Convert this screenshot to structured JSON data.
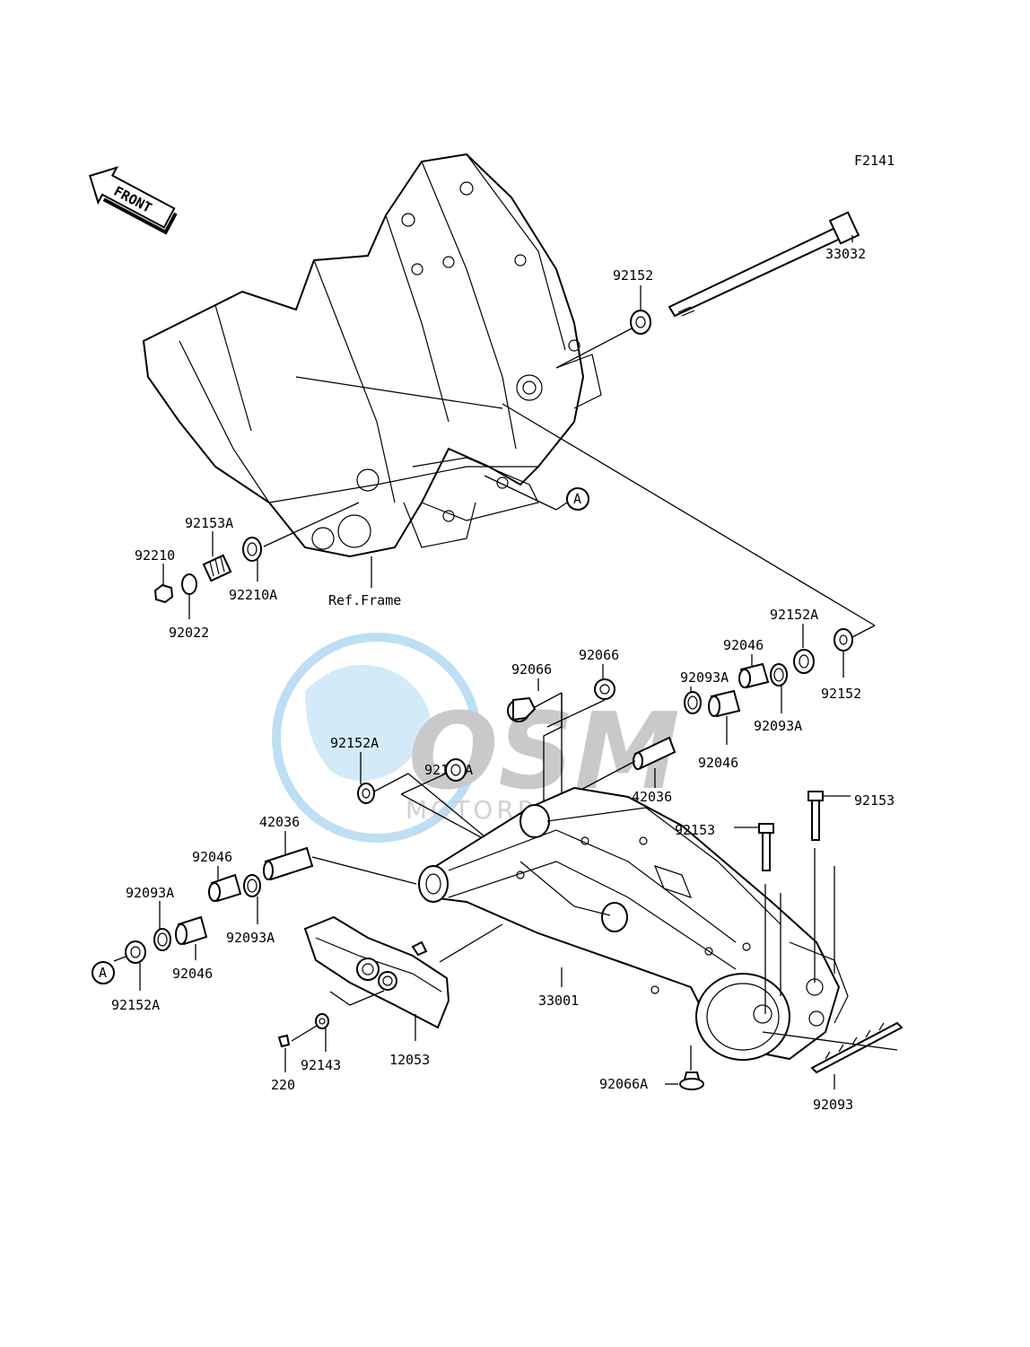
{
  "diagram_code": "F2141",
  "front_arrow_label": "FRONT",
  "ref_frame_label": "Ref.Frame",
  "callout_A": "A",
  "watermark": {
    "brand": "OSM",
    "subtitle": "MOTORPARTS",
    "colors": {
      "globe": "#6fb8e6",
      "gray": "#9a9a9a"
    }
  },
  "parts": {
    "p33032": "33032",
    "p92152_top": "92152",
    "p92153A": "92153A",
    "p92210": "92210",
    "p92210A": "92210A",
    "p92022": "92022",
    "p92152A_right": "92152A",
    "p92152_right": "92152",
    "p92046_r1": "92046",
    "p92093A_r1": "92093A",
    "p92093A_r2": "92093A",
    "p92046_r2": "92046",
    "p92066_a": "92066",
    "p92066_b": "92066",
    "p92152A_mid": "92152A",
    "p92152A_left": "92152A",
    "p42036_right": "42036",
    "p42036_left": "42036",
    "p92153_a": "92153",
    "p92153_b": "92153",
    "p92046_l1": "92046",
    "p92093A_l1": "92093A",
    "p92093A_l2": "92093A",
    "p92046_l2": "92046",
    "p92152A_bl": "92152A",
    "p33001": "33001",
    "p12053": "12053",
    "p92143": "92143",
    "p220": "220",
    "p92066A": "92066A",
    "p92093": "92093"
  }
}
